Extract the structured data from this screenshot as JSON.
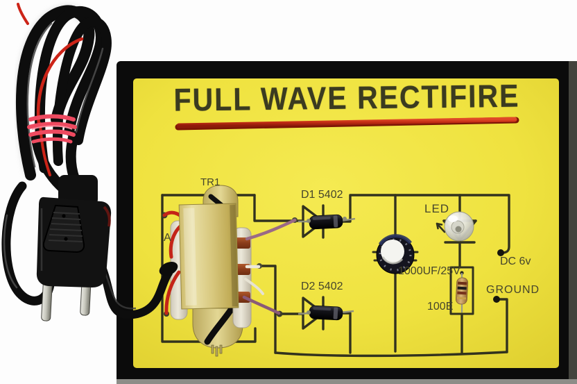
{
  "scene": {
    "type": "photograph",
    "subject": "Full wave rectifier demonstration board with coiled mains power cord and two-pin plug"
  },
  "board": {
    "title": "FULL WAVE RECTIFIRE",
    "labels": {
      "transformer": "TR1",
      "ac_input_partial": "A",
      "diode1": "D1 5402",
      "diode2": "D2 5402",
      "led": "LED",
      "capacitor": "1000UF/25V",
      "resistor": "100E",
      "dc_output": "DC 6v",
      "ground": "GROUND"
    },
    "colors": {
      "surface": "#efe23f",
      "frame": "#0b0b0b",
      "trace": "#32321e",
      "title_underline": "#c22c14",
      "label_text": "#45452c"
    }
  },
  "cord": {
    "colors": {
      "cable": "#0d0d0d",
      "rubber_band": "#ee4a60",
      "inner_wire": "#cc2418",
      "plug_pins": "#c9c9bf"
    }
  }
}
